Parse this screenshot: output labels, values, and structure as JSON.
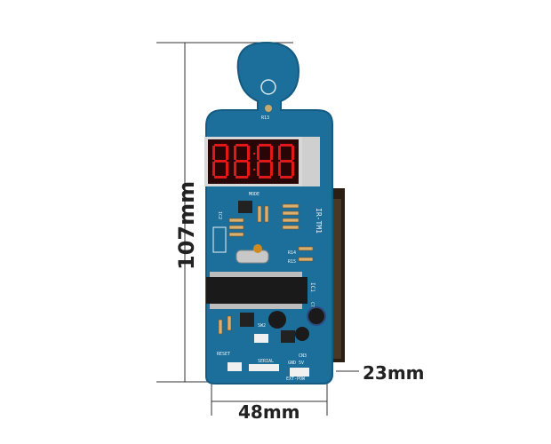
{
  "dimensions": {
    "height_label": "107mm",
    "width_label": "48mm",
    "depth_label": "23mm"
  },
  "board": {
    "model_label": "IR-TM1",
    "silkscreen": {
      "r13": "R13",
      "mode": "MODE",
      "ic2": "IC2",
      "ic1": "IC1",
      "c7": "C7",
      "sw2": "SW2",
      "reset": "RESET",
      "serial": "SERIAL",
      "cn3": "CN3",
      "gnd_5v": "GND 5V",
      "ext_pow": "EXT-POW",
      "r14": "R14",
      "r15": "R15"
    }
  },
  "colors": {
    "pcb": "#1b6f9a",
    "pcb_edge": "#155a80",
    "display_off": "#2a0505",
    "segment_on": "#e01818",
    "dimension_lines": "#333333"
  }
}
